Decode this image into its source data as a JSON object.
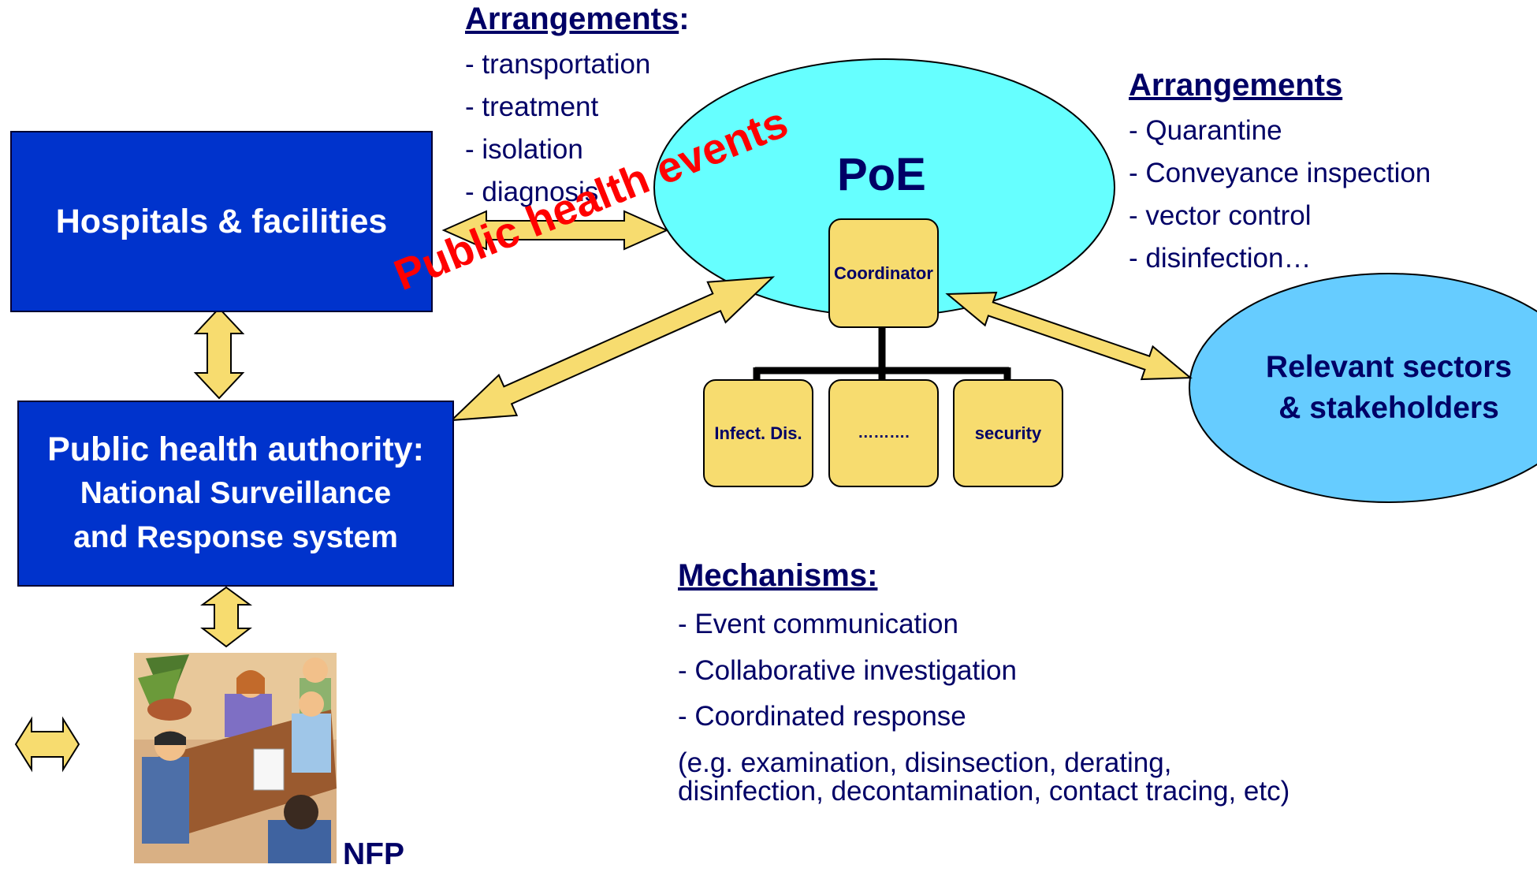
{
  "hospitals": {
    "label": "Hospitals & facilities"
  },
  "pha": {
    "title": "Public health authority:",
    "line1": "National Surveillance",
    "line2": "and Response system"
  },
  "nfp": {
    "label": "NFP"
  },
  "arrangements_left": {
    "heading": "Arrangements",
    "colon": ":",
    "items": [
      "- transportation",
      "- treatment",
      "- isolation",
      "- diagnosis"
    ]
  },
  "arrangements_right": {
    "heading": "Arrangements",
    "items": [
      "- Quarantine",
      "- Conveyance inspection",
      "- vector control",
      "- disinfection…"
    ]
  },
  "poe": {
    "label": "PoE"
  },
  "coordinator": {
    "label": "Coordinator"
  },
  "org_children": [
    "Infect. Dis.",
    "……….",
    "security"
  ],
  "relevant": {
    "line1": "Relevant sectors",
    "line2": "& stakeholders"
  },
  "public_health_events": {
    "label": "Public health events"
  },
  "mechanisms": {
    "heading": "Mechanisms:",
    "items": [
      "- Event communication",
      "- Collaborative investigation",
      "- Coordinated response"
    ],
    "note_line1": "(e.g. examination, disinsection, derating,",
    "note_line2": "disinfection, decontamination, contact tracing, etc)"
  },
  "colors": {
    "box_blue": "#0033cc",
    "text_navy": "#000066",
    "arrow_yellow": "#f7dc6f",
    "poe_cyan": "#66ffff",
    "relevant_blue": "#66ccff",
    "node_yellow": "#f7dc6f",
    "events_red": "#ff0000"
  }
}
